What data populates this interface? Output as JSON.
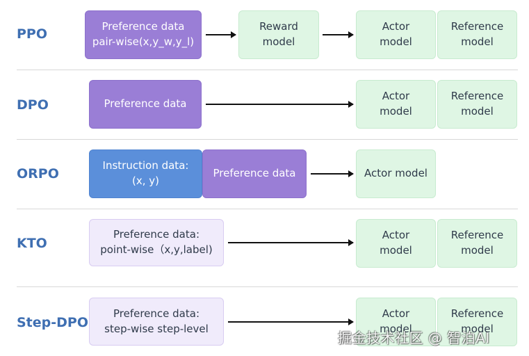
{
  "rows": [
    {
      "label": "PPO",
      "boxes": [
        "Preference data\npair-wise(x,y_w,y_l)",
        "Reward\nmodel",
        "Actor\nmodel",
        "Reference\nmodel"
      ]
    },
    {
      "label": "DPO",
      "boxes": [
        "Preference data",
        "Actor\nmodel",
        "Reference\nmodel"
      ]
    },
    {
      "label": "ORPO",
      "boxes": [
        "Instruction data:\n(x, y)",
        "Preference data",
        "Actor model"
      ]
    },
    {
      "label": "KTO",
      "boxes": [
        "Preference data:\npoint-wise（x,y,label)",
        "Actor\nmodel",
        "Reference\nmodel"
      ]
    },
    {
      "label": "Step-DPO",
      "boxes": [
        "Preference data:\nstep-wise step-level",
        "Actor\nmodel",
        "Reference\nmodel"
      ]
    }
  ],
  "watermark": "掘金技术社区 @ 智泊AI",
  "colors": {
    "label_blue": "#3f6fb2",
    "purple": "#9a7ed6",
    "blue": "#5b8fda",
    "lavender": "#f0ebfb",
    "green": "#dff6e4",
    "arrow": "#111111",
    "divider": "#d8d8d8"
  }
}
